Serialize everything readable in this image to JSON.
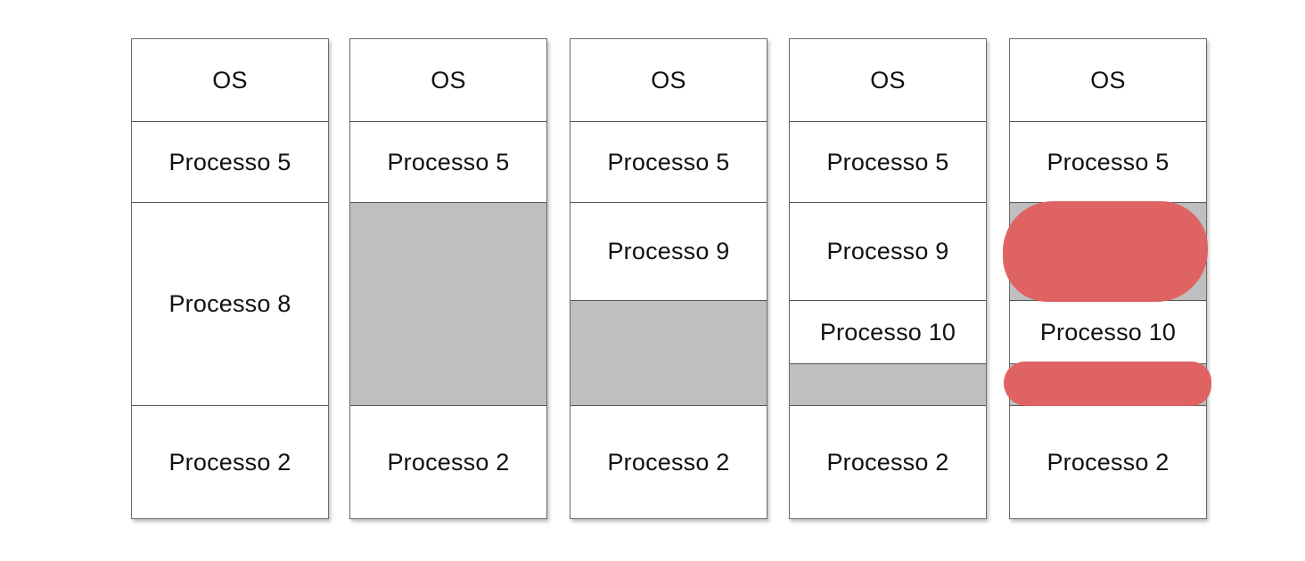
{
  "columns": [
    {
      "blocks": [
        {
          "label": "OS"
        },
        {
          "label": "Processo 5"
        },
        {
          "label": "Processo 8"
        },
        {
          "label": "Processo 2"
        }
      ]
    },
    {
      "blocks": [
        {
          "label": "OS"
        },
        {
          "label": "Processo 5"
        },
        {
          "label": ""
        },
        {
          "label": "Processo 2"
        }
      ]
    },
    {
      "blocks": [
        {
          "label": "OS"
        },
        {
          "label": "Processo 5"
        },
        {
          "label": "Processo 9"
        },
        {
          "label": ""
        },
        {
          "label": "Processo 2"
        }
      ]
    },
    {
      "blocks": [
        {
          "label": "OS"
        },
        {
          "label": "Processo 5"
        },
        {
          "label": "Processo 9"
        },
        {
          "label": "Processo 10"
        },
        {
          "label": ""
        },
        {
          "label": "Processo 2"
        }
      ]
    },
    {
      "blocks": [
        {
          "label": "OS"
        },
        {
          "label": "Processo 5"
        },
        {
          "label": ""
        },
        {
          "label": "Processo 10"
        },
        {
          "label": ""
        },
        {
          "label": "Processo 2"
        }
      ]
    }
  ],
  "colors": {
    "free_memory": "#bfbfbf",
    "highlight_mark": "#e06161",
    "border": "#6b6b6b"
  }
}
